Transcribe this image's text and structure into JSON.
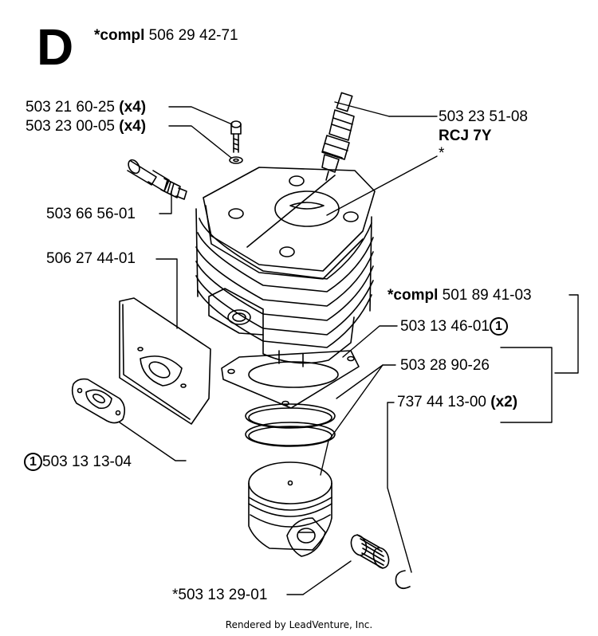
{
  "diagram": {
    "section": "D",
    "header": {
      "prefix": "*compl",
      "number": "506 29 42-71"
    },
    "labels": {
      "screw": {
        "number": "503 21 60-25",
        "qty": "(x4)"
      },
      "washer": {
        "number": "503 23 00-05",
        "qty": "(x4)"
      },
      "spark_plug": {
        "number": "503 23 51-08",
        "type": "RCJ 7Y",
        "note": "*"
      },
      "decompression_valve": {
        "number": "503 66 56-01"
      },
      "heat_shield": {
        "number": "506 27 44-01"
      },
      "cylinder_set": {
        "prefix": "*compl",
        "number": "501 89 41-03"
      },
      "cylinder_gasket": {
        "number": "503 13 46-01",
        "ref": "1"
      },
      "piston_rings": {
        "number": "503 28 90-26"
      },
      "circlip": {
        "number": "737 44 13-00",
        "qty": "(x2)"
      },
      "muffler_gasket": {
        "ref": "1",
        "number": "503 13 13-04"
      },
      "needle_bearing": {
        "number": "*503 13 29-01"
      }
    }
  },
  "footer": "Rendered by LeadVenture, Inc."
}
